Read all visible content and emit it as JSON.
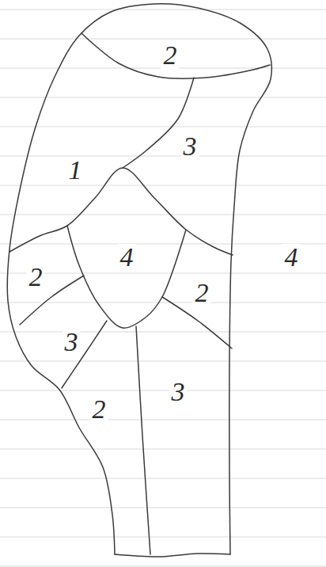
{
  "diagram": {
    "labels": [
      "2",
      "1",
      "3",
      "4",
      "4",
      "2",
      "2",
      "3",
      "3",
      "2"
    ]
  }
}
